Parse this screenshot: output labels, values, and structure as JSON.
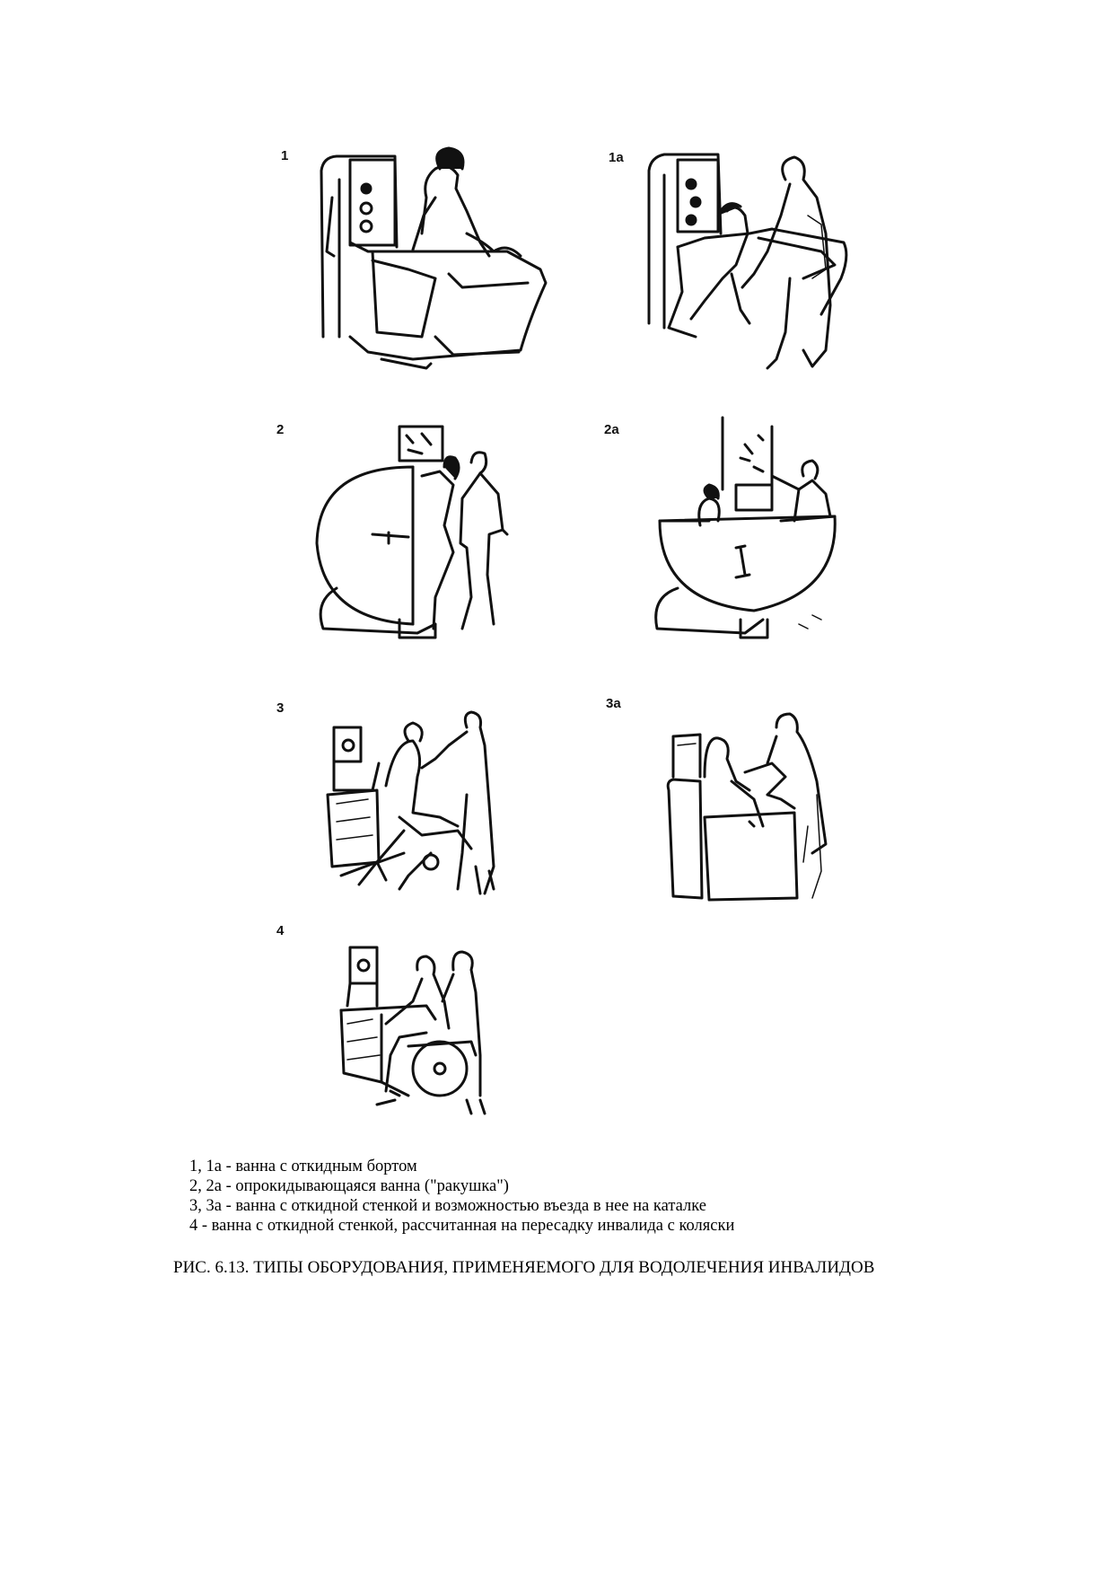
{
  "figure": {
    "panels": [
      {
        "label": "1",
        "icon": "bath-with-folding-side-icon"
      },
      {
        "label": "1а",
        "icon": "bath-with-folding-side-seated-icon"
      },
      {
        "label": "2",
        "icon": "tilting-shell-bath-open-icon"
      },
      {
        "label": "2а",
        "icon": "tilting-shell-bath-closed-icon"
      },
      {
        "label": "3",
        "icon": "bath-folding-wall-stretcher-icon"
      },
      {
        "label": "3а",
        "icon": "bath-folding-wall-seated-icon"
      },
      {
        "label": "4",
        "icon": "bath-wheelchair-transfer-icon"
      }
    ],
    "legend": [
      "1, 1а - ванна с откидным бортом",
      "2, 2а - опрокидывающаяся ванна (\"ракушка\")",
      "3, 3а - ванна с откидной стенкой и возможностью въезда в нее на каталке",
      "4 - ванна с откидной стенкой, рассчитанная на пересадку инвалида с коляски"
    ],
    "caption": "РИС. 6.13. ТИПЫ ОБОРУДОВАНИЯ, ПРИМЕНЯЕМОГО ДЛЯ ВОДОЛЕЧЕНИЯ ИНВАЛИДОВ"
  }
}
